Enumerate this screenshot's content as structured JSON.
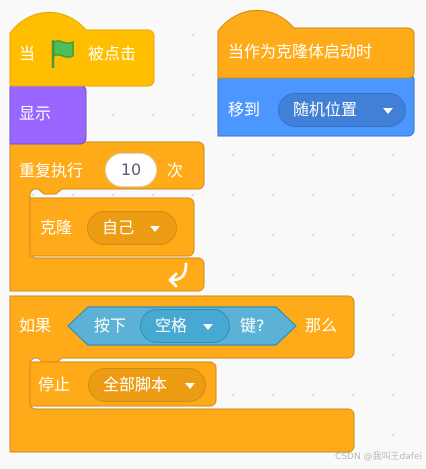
{
  "colors": {
    "events": "#ffbf00",
    "events_border": "#e6a800",
    "control": "#ffab19",
    "control_border": "#cf8b17",
    "looks": "#9966ff",
    "looks_border": "#774dcb",
    "motion": "#4c97ff",
    "motion_border": "#3373cc",
    "sensing": "#5cb1d6",
    "sensing_border": "#2e8eb8",
    "flag_green": "#4cbf56"
  },
  "script1": {
    "hat": {
      "prefix": "当",
      "icon": "green-flag-icon",
      "suffix": "被点击"
    },
    "show": "显示",
    "repeat": {
      "label": "重复执行",
      "count": "10",
      "unit": "次"
    },
    "clone": {
      "label": "克隆",
      "target": "自己"
    },
    "repeat_end_icon": "loop-arrow-icon",
    "if_block": {
      "label_if": "如果",
      "label_then": "那么",
      "condition": {
        "prefix": "按下",
        "key": "空格",
        "suffix": "键?"
      }
    },
    "stop": {
      "label": "停止",
      "option": "全部脚本"
    }
  },
  "script2": {
    "hat": "当作为克隆体启动时",
    "goto": {
      "label": "移到",
      "option": "随机位置"
    }
  },
  "watermark": "CSDN @我叫王dafei"
}
